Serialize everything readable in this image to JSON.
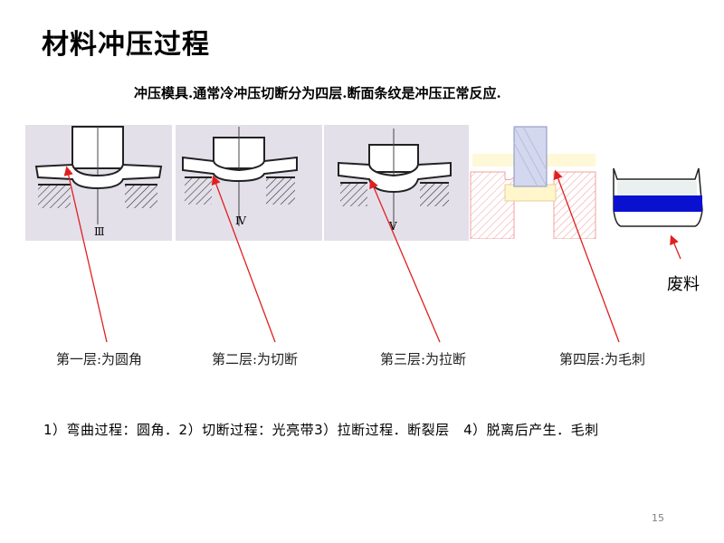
{
  "title": "材料冲压过程",
  "subtitle": "冲压模具.通常冷冲压切断分为四层.断面条纹是冲压正常反应.",
  "stages": [
    {
      "roman": "Ⅲ"
    },
    {
      "roman": "Ⅳ"
    },
    {
      "roman": "Ⅴ"
    }
  ],
  "labels": {
    "layer1": "第一层:为圆角",
    "layer2": "第二层:为切断",
    "layer3": "第三层:为拉断",
    "layer4": "第四层:为毛刺"
  },
  "scrap_label": "废料",
  "bottom_text": "1）弯曲过程：圆角．2）切断过程：光亮带3）拉断过程．断裂层　4）脱离后产生．毛刺",
  "page_number": "15",
  "colors": {
    "arrow": "#e02020",
    "blue_band": "#0a10d0",
    "stage_bg": "#e4e0ea"
  }
}
